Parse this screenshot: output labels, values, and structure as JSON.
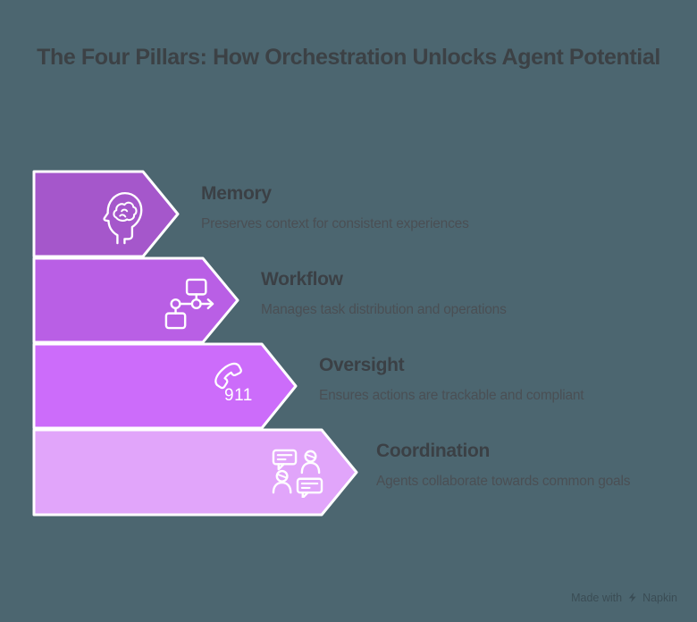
{
  "page": {
    "background_color": "#4C6670",
    "title": "The Four Pillars: How Orchestration Unlocks Agent Potential",
    "title_color": "#3C4145"
  },
  "pillars": [
    {
      "title": "Memory",
      "description": "Preserves context for consistent experiences",
      "color": "#A557CB",
      "icon": "brain-head-icon"
    },
    {
      "title": "Workflow",
      "description": "Manages task distribution and operations",
      "color": "#B95FE5",
      "icon": "flowchart-icon"
    },
    {
      "title": "Oversight",
      "description": "Ensures actions are trackable and compliant",
      "color": "#CC6CFA",
      "icon": "emergency-phone-icon",
      "icon_text": "911"
    },
    {
      "title": "Coordination",
      "description": "Agents collaborate towards common goals",
      "color": "#E1A5FA",
      "icon": "people-chat-icon"
    }
  ],
  "watermark": {
    "prefix": "Made with",
    "brand": "Napkin"
  }
}
